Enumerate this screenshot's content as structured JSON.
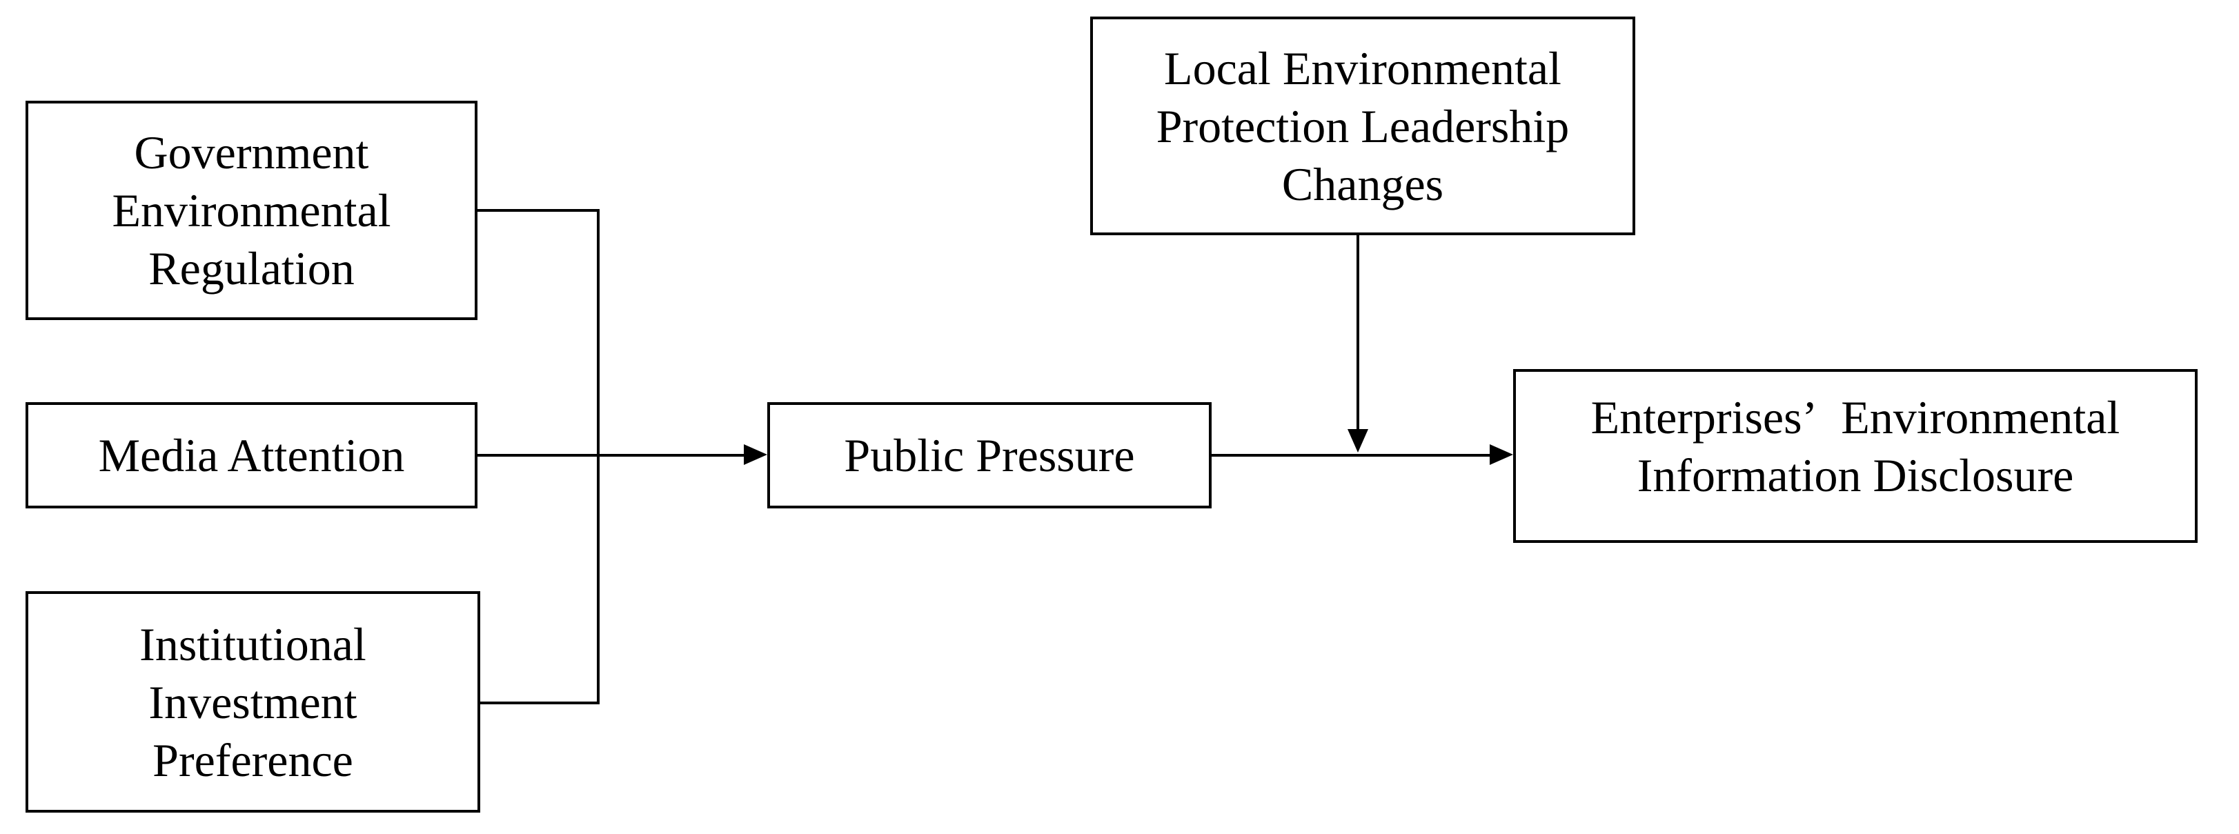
{
  "diagram": {
    "type": "conceptual-framework-flowchart",
    "colors": {
      "background": "#ffffff",
      "line": "#000000",
      "text": "#000000"
    },
    "boxes": {
      "government": {
        "label": "Government Environmental Regulation",
        "lines": [
          "Government",
          "Environmental",
          "Regulation"
        ]
      },
      "media": {
        "label": "Media Attention",
        "lines": [
          "Media Attention"
        ]
      },
      "institutional": {
        "label": "Institutional Investment Preference",
        "lines": [
          "Institutional",
          "Investment",
          "Preference"
        ]
      },
      "public_pressure": {
        "label": "Public Pressure",
        "lines": [
          "Public Pressure"
        ]
      },
      "leadership": {
        "label": "Local Environmental Protection Leadership Changes",
        "lines": [
          "Local Environmental",
          "Protection Leadership",
          "Changes"
        ]
      },
      "disclosure": {
        "label": "Enterprises’ Environmental Information Disclosure",
        "lines": [
          "Enterprises’ Environmental",
          "Information Disclosure"
        ]
      }
    },
    "edges": [
      {
        "from": "Government Environmental Regulation",
        "to": "Public Pressure",
        "arrowhead": false
      },
      {
        "from": "Media Attention",
        "to": "Public Pressure",
        "arrowhead": true
      },
      {
        "from": "Institutional Investment Preference",
        "to": "Public Pressure",
        "arrowhead": false
      },
      {
        "from": "Public Pressure",
        "to": "Enterprises’ Environmental Information Disclosure",
        "arrowhead": true
      },
      {
        "from": "Local Environmental Protection Leadership Changes",
        "to": "path: Public Pressure → Enterprises’ Environmental Information Disclosure",
        "arrowhead": true
      }
    ]
  }
}
